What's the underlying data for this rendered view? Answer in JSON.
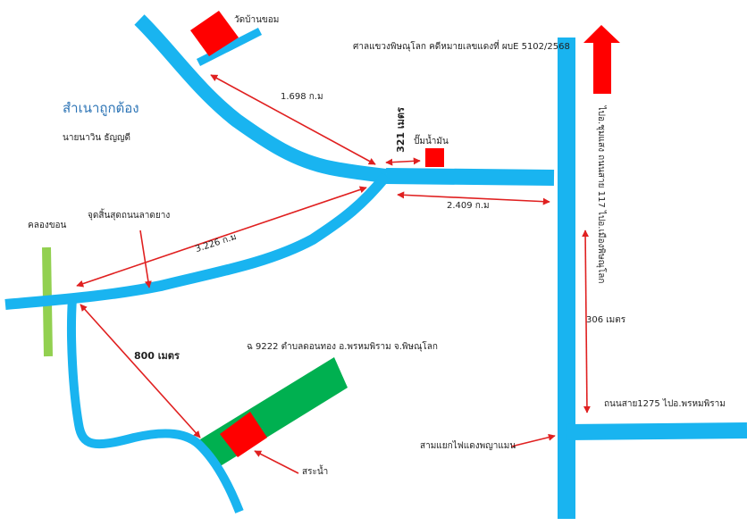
{
  "labels": {
    "wat": "วัดบ้านขอม",
    "court": "ศาลแขวงพิษณุโลก  คดีหมายเลขแดงที่ ผบE 5102/2568",
    "copy": "สำเนาถูกต้อง",
    "person": "นายนาวิน  ธัญญดี",
    "canal": "คลองขอน",
    "end_road": "จุดสิ้นสุดถนนลาดยาง",
    "d_1698": "1.698  ก.ม",
    "d_321": "321 เมตร",
    "gas": "ปั๊มน้ำมัน",
    "d_2409": "2.409  ก.ม",
    "d_3226": "3.226  ก.ม",
    "d_800": "800  เมตร",
    "d_306": "306 เมตร",
    "address": "ฉ 9222  ตำบลดอนทอง  อ.พรหมพิราม  จ.พิษณุโลก",
    "pond": "สระน้ำ",
    "junction": "สามแยกไฟแดงพญาแมน",
    "road_1275": "ถนนสาย1275 ไปอ.พรหมพิราม",
    "road_117": "ไปอ.ชุมแสง ถนนสาย 117 ไปอ.เมืองพิษณุโลก"
  },
  "colors": {
    "road": "#19b4f0",
    "marker": "#ff0000",
    "arrow": "#e02020",
    "land": "#00b050",
    "canal": "#92d050"
  },
  "icons": {
    "north": "north-arrow-icon"
  }
}
